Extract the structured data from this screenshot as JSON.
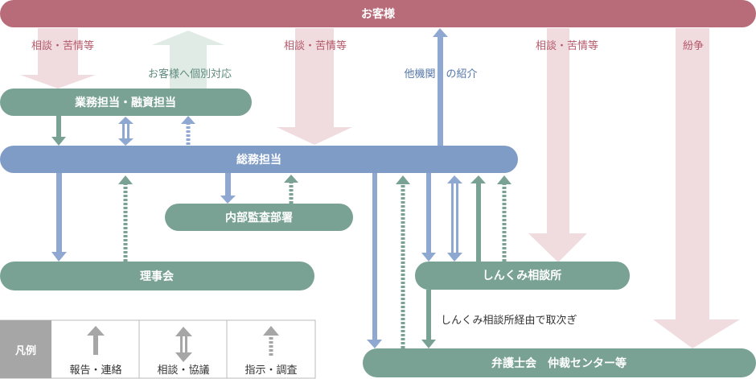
{
  "nodes": {
    "customer": "お客様",
    "business": "業務担当・融資担当",
    "general": "総務担当",
    "audit": "内部監査部署",
    "board": "理事会",
    "shinkumi": "しんくみ相談所",
    "bar": "弁護士会　仲裁センター等"
  },
  "labels": {
    "consult1": "相談・苦情等",
    "consult2": "相談・苦情等",
    "consult3": "相談・苦情等",
    "dispute": "紛争",
    "individual": "お客様へ個別対応",
    "referral": "他機関　の紹介",
    "via_shinkumi": "しんくみ相談所経由で取次ぎ"
  },
  "legend": {
    "title": "凡例",
    "report": "報告・連絡",
    "consult": "相談・協議",
    "instruct": "指示・調査"
  },
  "colors": {
    "customer": "#b86b78",
    "pink_arrow": "#f0dcdf",
    "green_arrow": "#e0ebe6",
    "green_box": "#79a295",
    "blue_box": "#7f9cc6",
    "blue_arrow": "#8fa8d2",
    "gray_legend": "#a6a6a6"
  }
}
